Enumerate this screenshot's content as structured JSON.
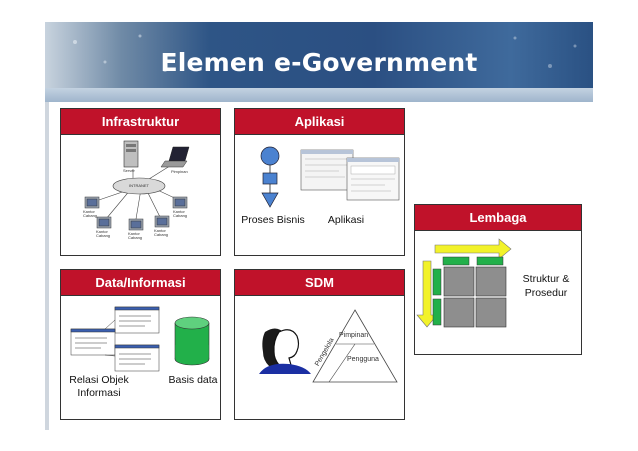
{
  "slide": {
    "title": "Elemen e-Government"
  },
  "infrastruktur": {
    "header": "Infrastruktur",
    "diagram": {
      "server_label": "Server",
      "intranet_label": "INTRANET",
      "laptop_label": "Pimpinan",
      "node_labels": [
        "Kantor Cabang",
        "Kantor Cabang",
        "Kantor Cabang",
        "Kantor Cabang",
        "Kantor Cabang"
      ]
    }
  },
  "aplikasi": {
    "header": "Aplikasi",
    "label_proses": "Proses Bisnis",
    "label_aplikasi": "Aplikasi"
  },
  "lembaga": {
    "header": "Lembaga",
    "label_line1": "Struktur &",
    "label_line2": "Prosedur"
  },
  "data_informasi": {
    "header": "Data/Informasi",
    "label_relasi_line1": "Relasi Objek",
    "label_relasi_line2": "Informasi",
    "label_basis": "Basis data"
  },
  "sdm": {
    "header": "SDM",
    "pyramid_top": "Pimpinan",
    "pyramid_right": "Pengguna",
    "pyramid_left": "Pengelola"
  },
  "colors": {
    "header_red": "#c0122a",
    "banner_blue": "#2b4f82",
    "arrow_yellow": "#f2f22a",
    "block_green": "#22b04a",
    "tile_gray": "#8e8e8e"
  }
}
